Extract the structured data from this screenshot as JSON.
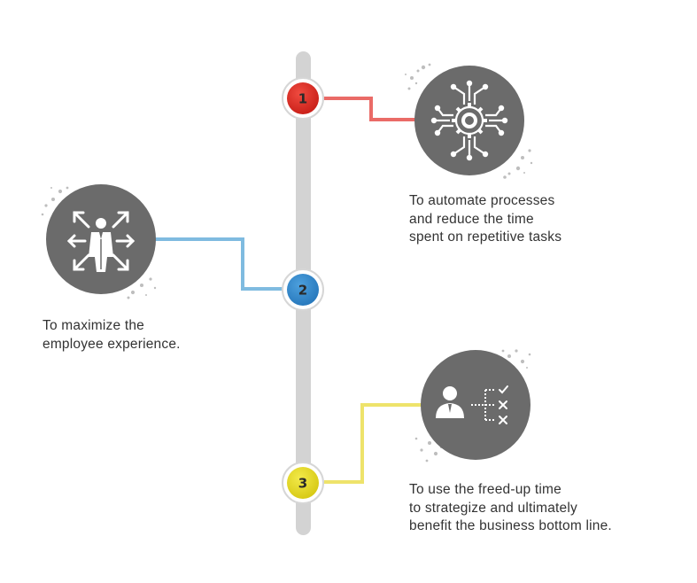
{
  "steps": [
    {
      "number": "1",
      "color": "#e8332a",
      "connector_color": "#ea6b67",
      "icon": "gear-network-icon",
      "caption": [
        "To automate processes",
        "and reduce the time",
        "spent on repetitive tasks"
      ]
    },
    {
      "number": "2",
      "color": "#3a8fd1",
      "connector_color": "#7fbbe0",
      "icon": "person-expand-arrows-icon",
      "caption": [
        "To maximize the",
        "employee experience."
      ]
    },
    {
      "number": "3",
      "color": "#e9dc2a",
      "connector_color": "#eee36b",
      "icon": "person-checklist-icon",
      "caption": [
        "To use the freed-up time",
        "to strategize and ultimately",
        "benefit the business bottom line."
      ]
    }
  ],
  "colors": {
    "timeline_bar": "#d3d3d3",
    "icon_circle": "#6b6b6b",
    "text": "#333333"
  }
}
